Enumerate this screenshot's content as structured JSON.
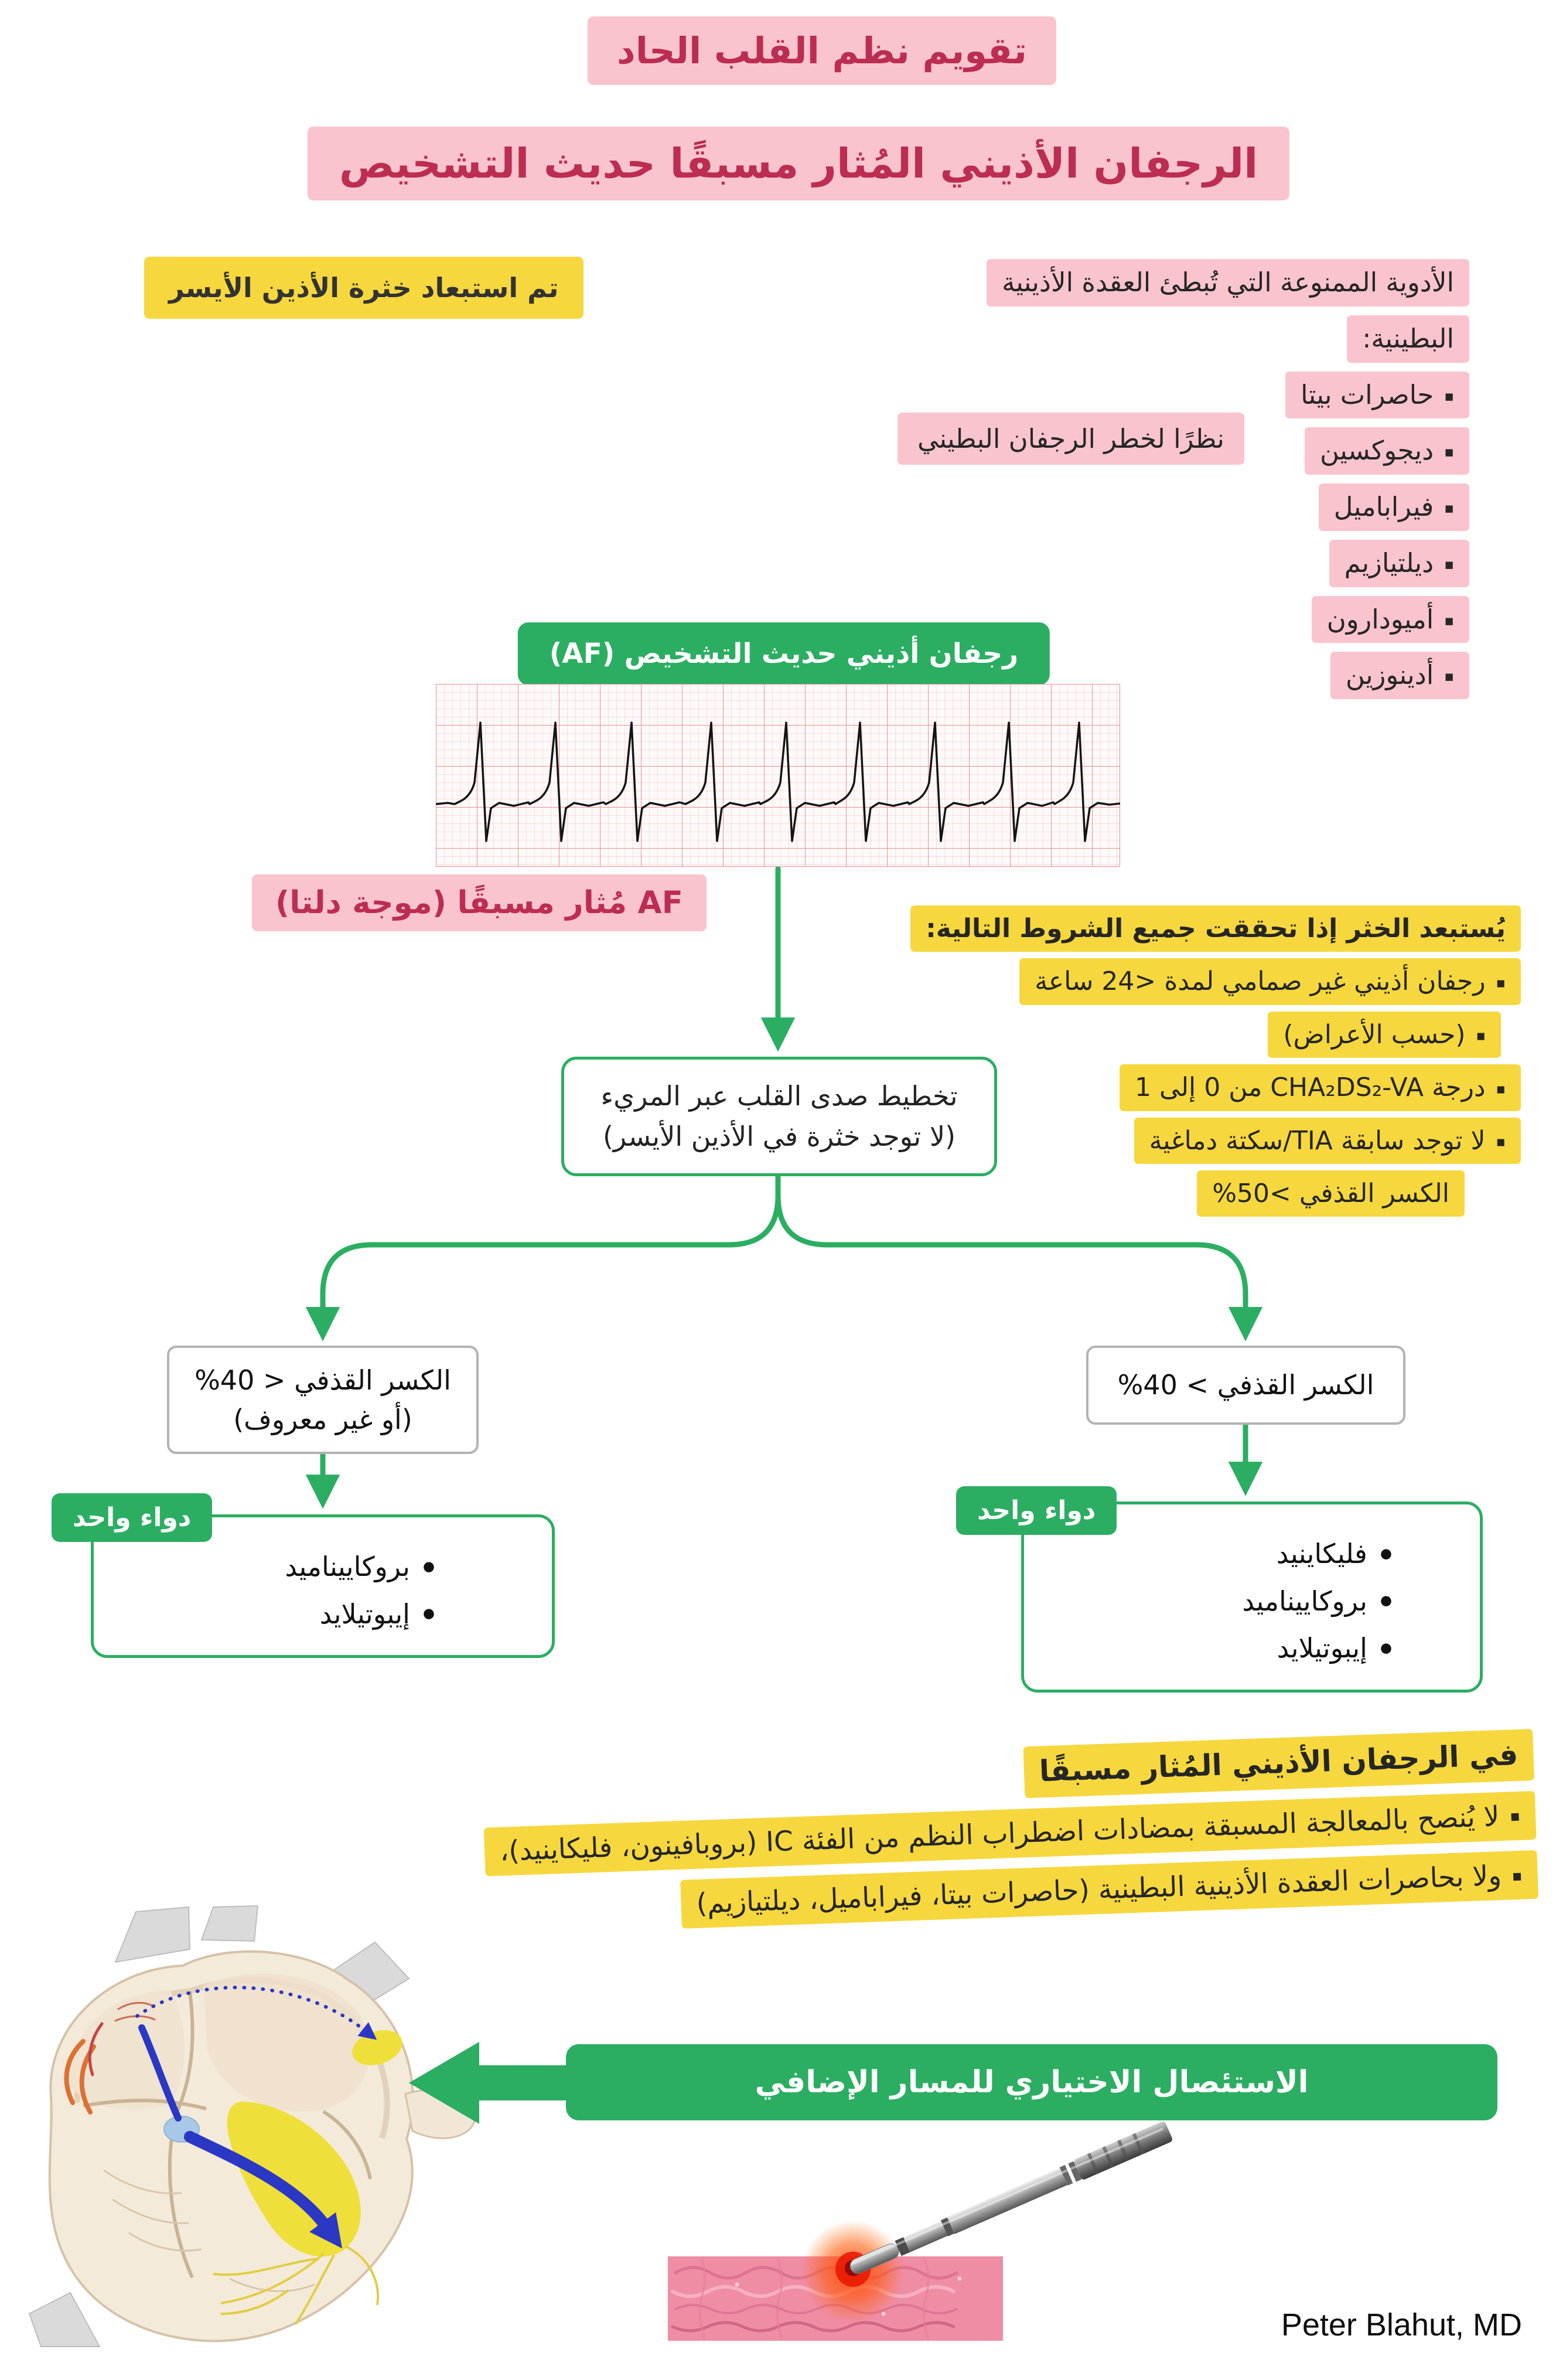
{
  "colors": {
    "pink": "#f9c4ce",
    "pink_text": "#bc2d51",
    "yellow": "#f6d83e",
    "green": "#2bae62",
    "text_dark": "#262626",
    "gray_border": "#b3b3b3"
  },
  "glyphs": {
    "square_bullet": "▪",
    "dot_bullet": "●"
  },
  "header": {
    "title_line1": "تقويم نظم القلب الحاد",
    "title_line2": "الرجفان الأذيني المُثار مسبقًا حديث التشخيص"
  },
  "thrombus_note": "تم استبعاد خثرة الأذين الأيسر",
  "avoided_drugs": {
    "heading_line1": "الأدوية الممنوعة التي تُبطئ العقدة الأذينية",
    "heading_line2": "البطينية:",
    "items": [
      "حاصرات بيتا",
      "ديجوكسين",
      "فيراباميل",
      "ديلتيازيم",
      "أميودارون",
      "أدينوزين"
    ],
    "reason": "نظرًا لخطر الرجفان البطيني"
  },
  "af_box": "رجفان أذيني حديث التشخيص (AF)",
  "ecg_caption": "AF مُثار مسبقًا (موجة دلتا)",
  "exclusion_criteria": {
    "heading": "يُستبعد الخثر إذا تحققت جميع الشروط التالية:",
    "rows": [
      {
        "text": "رجفان أذيني غير صمامي لمدة <24 ساعة"
      },
      {
        "text": "(حسب الأعراض)"
      },
      {
        "text": "درجة CHA₂DS₂-VA من 0 إلى 1"
      },
      {
        "text": "لا توجد سابقة TIA/سكتة دماغية"
      },
      {
        "text": "الكسر القذفي >50%"
      }
    ]
  },
  "tee_box": {
    "line1": "تخطيط صدى القلب عبر المريء",
    "line2": "(لا توجد خثرة في الأذين الأيسر)"
  },
  "left_branch": {
    "condition_line1": "الكسر القذفي < 40%",
    "condition_line2": "(أو غير معروف)",
    "tag": "دواء واحد",
    "drugs": [
      "بروكاييناميد",
      "إيبوتيلايد"
    ]
  },
  "right_branch": {
    "condition_line1": "الكسر القذفي > 40%",
    "tag": "دواء واحد",
    "drugs": [
      "فليكاينيد",
      "بروكاييناميد",
      "إيبوتيلايد"
    ]
  },
  "warning": {
    "line1": "في الرجفان الأذيني المُثار مسبقًا",
    "line2": "لا يُنصح بالمعالجة المسبقة بمضادات اضطراب النظم من الفئة IC (بروبافينون، فليكاينيد)،",
    "line3": "ولا بحاصرات العقدة الأذينية البطينية (حاصرات بيتا، فيراباميل، ديلتيازيم)"
  },
  "ablation_box": "الاستئصال الاختياري للمسار الإضافي",
  "credit": "Peter Blahut, MD"
}
